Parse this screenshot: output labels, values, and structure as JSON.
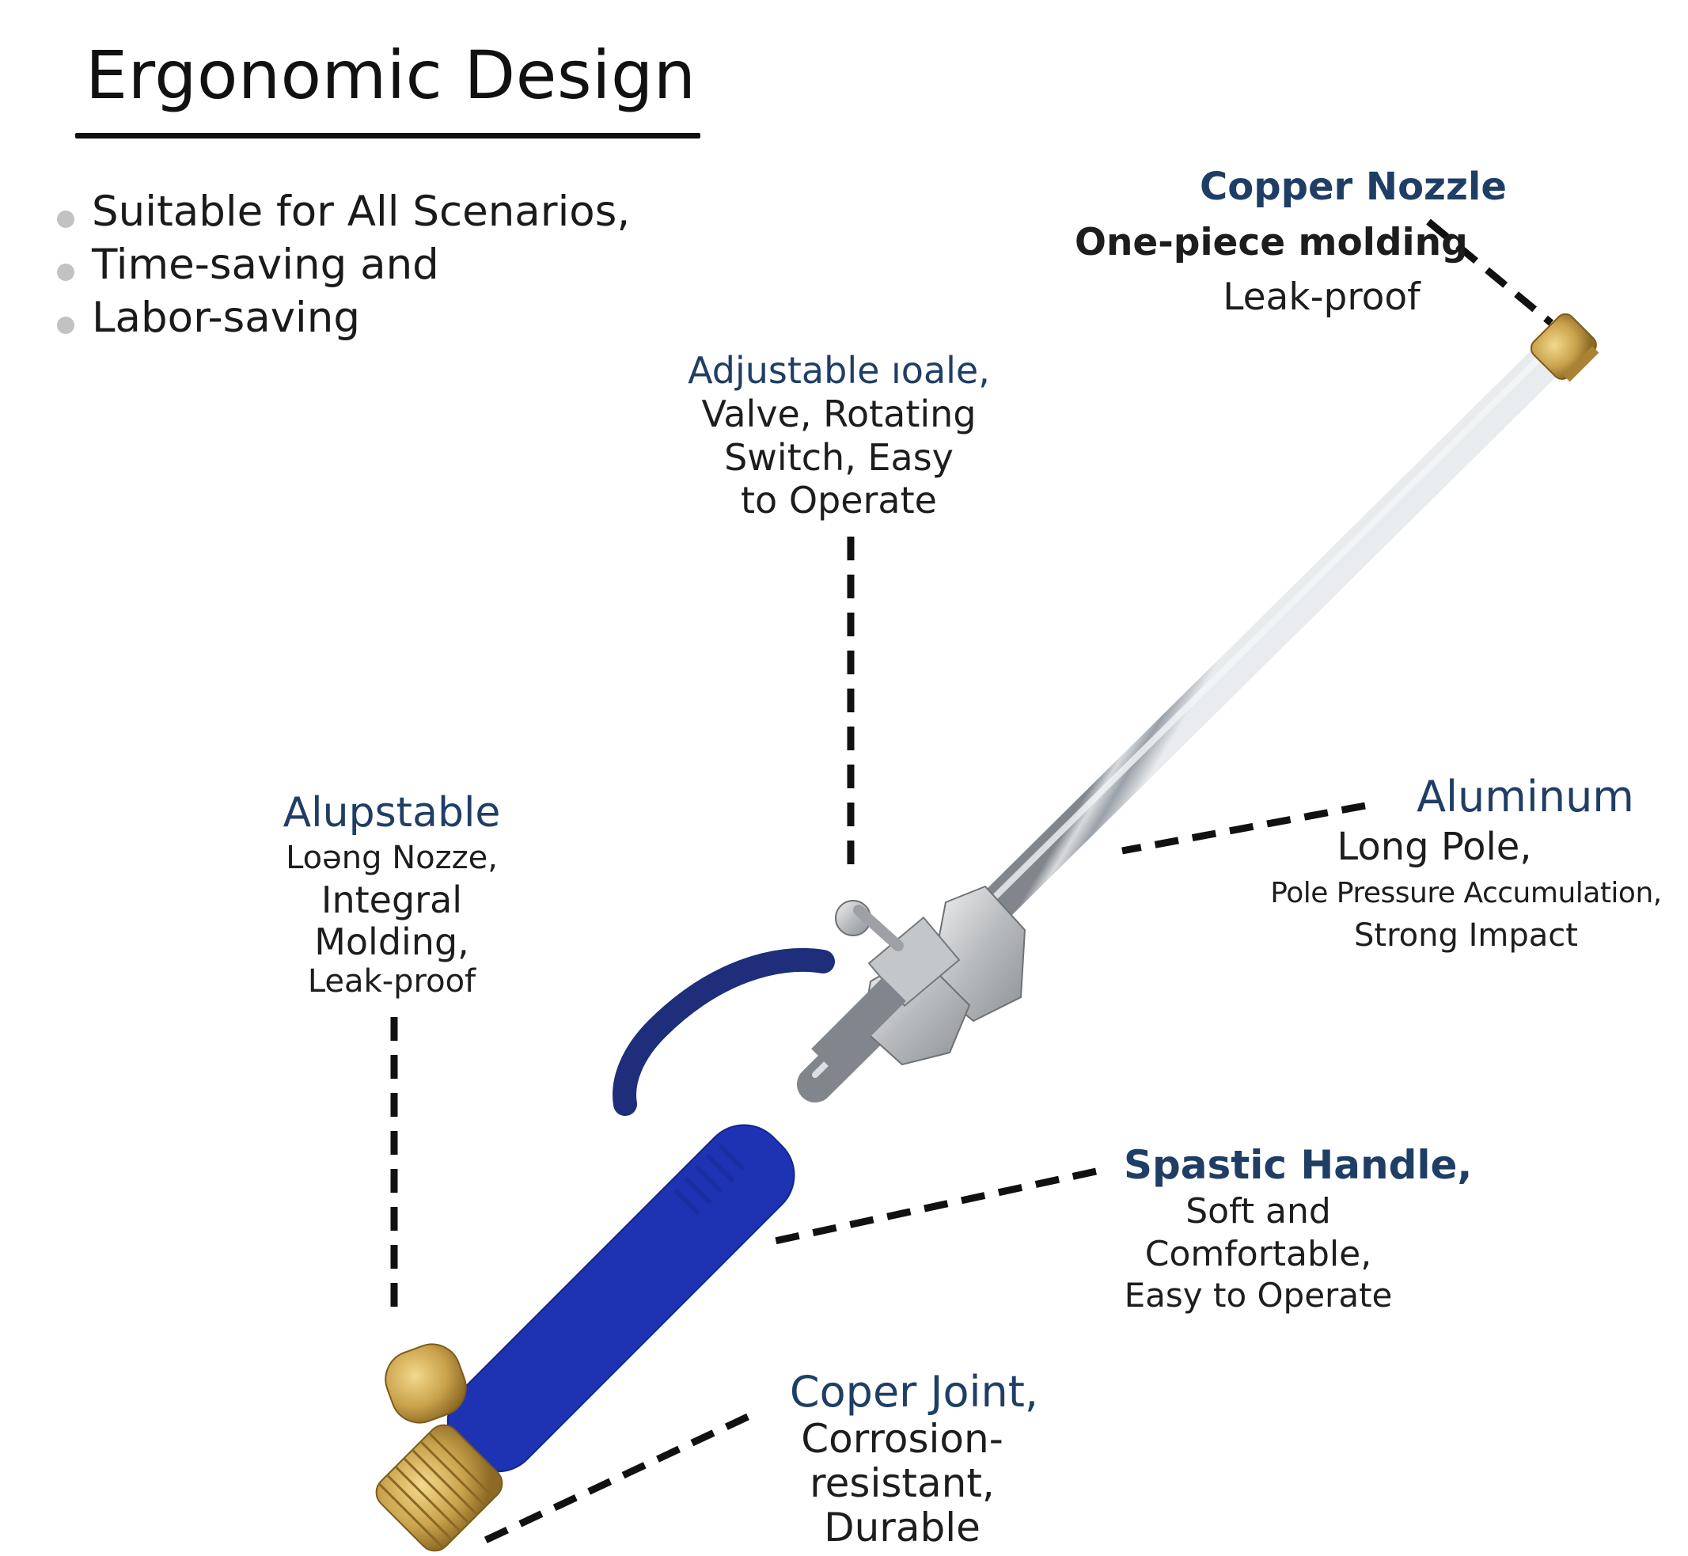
{
  "title": "Ergonomic Design",
  "bullets": [
    "Suitable for All Scenarios,",
    "Time-saving and",
    "Labor-saving"
  ],
  "callouts": {
    "copper_nozzle": {
      "heading": "Copper Nozzle",
      "line1": "One-piece molding",
      "line2": "Leak-proof"
    },
    "adjustable_valve": {
      "heading": "Adjustable ıoale,",
      "line1": "Valve, Rotating",
      "line2": "Switch, Easy",
      "line3": "to Operate"
    },
    "alupstable": {
      "heading": "Alupstable",
      "line1": "Loəng Nozze,",
      "line2": "Integral",
      "line3": "Molding,",
      "line4": "Leak-proof"
    },
    "aluminum": {
      "heading": "Aluminum",
      "line1": "Long Pole,",
      "line2": "Pole Pressure Accumulation,",
      "line3": "Strong Impact"
    },
    "spastic_handle": {
      "heading": "Spastic Handle,",
      "line1": "Soft and",
      "line2": "Comfortable,",
      "line3": "Easy to Operate"
    },
    "coper_joint": {
      "heading": "Coper Joint,",
      "line1": "Corrosion-",
      "line2": "resistant,",
      "line3": "Durable"
    }
  },
  "colors": {
    "heading_blue": "#1f3e66",
    "handle_blue": "#2a43c9",
    "brass": "#c9a24c",
    "steel": "#c8ccd0"
  }
}
